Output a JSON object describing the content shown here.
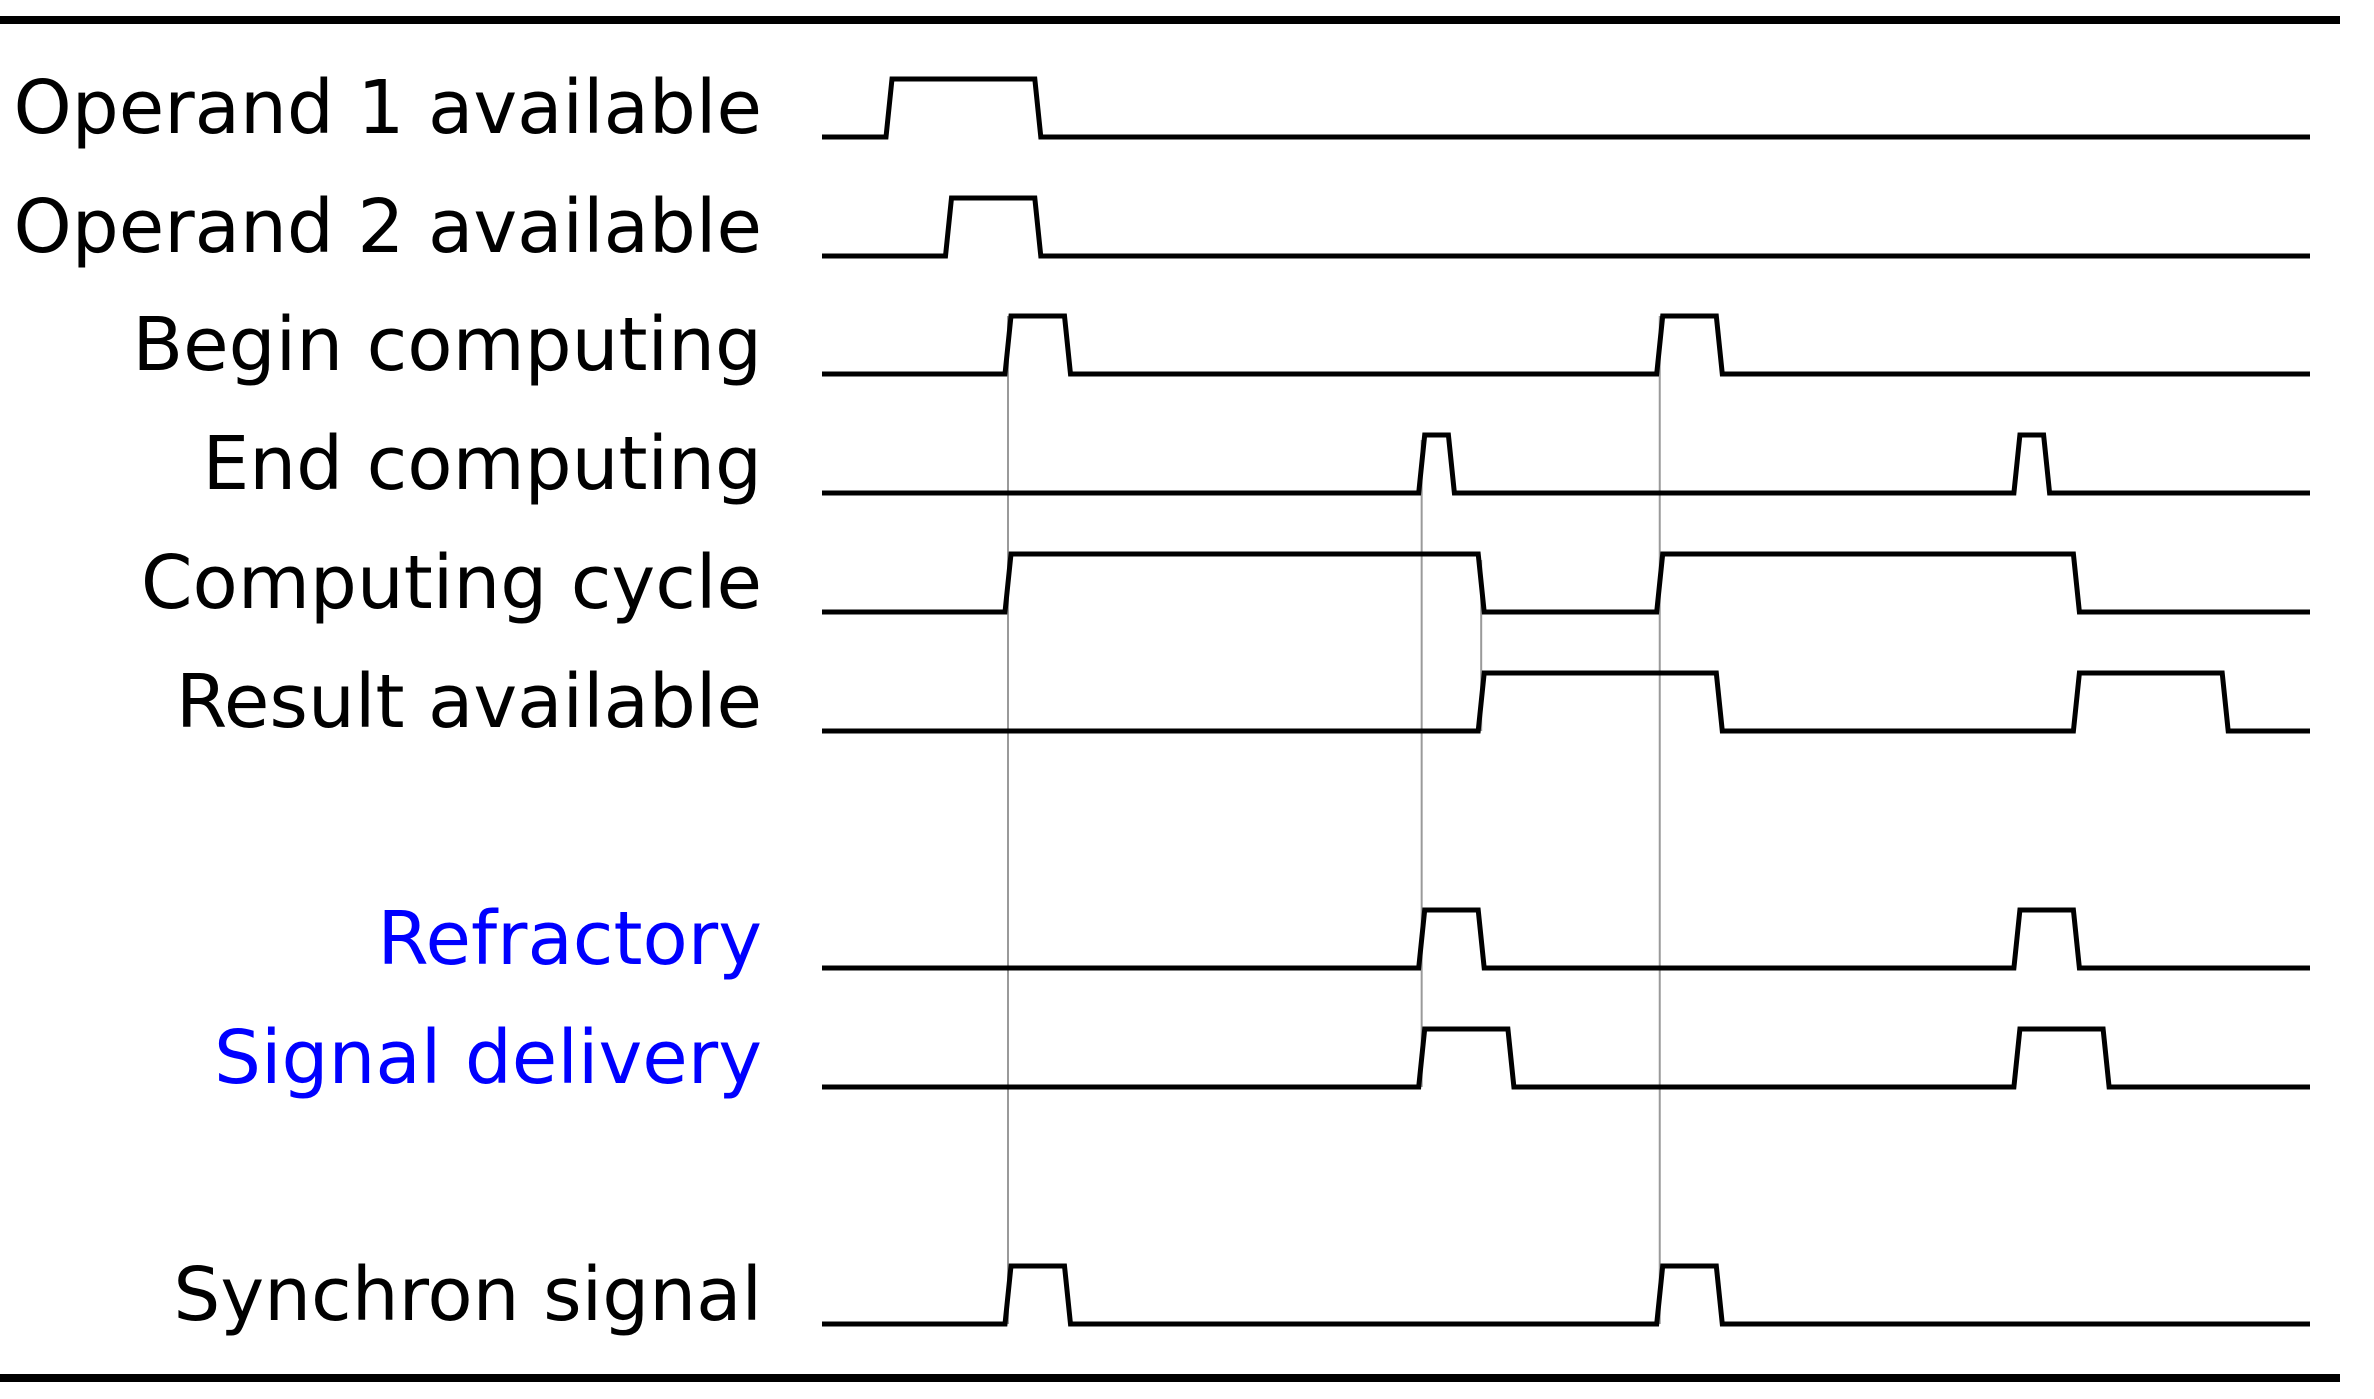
{
  "diagram": {
    "type": "timing-diagram",
    "colors": {
      "label_default": "#000000",
      "label_highlight": "#0000ff",
      "waveform": "#000000",
      "guide_line": "#9a9a9a",
      "rule": "#000000"
    },
    "time_range": [
      0,
      1
    ],
    "signals": [
      {
        "id": "operand-1-available",
        "label": "Operand 1 available",
        "highlight": false,
        "pulses": [
          [
            0.045,
            0.145
          ]
        ]
      },
      {
        "id": "operand-2-available",
        "label": "Operand 2 available",
        "highlight": false,
        "pulses": [
          [
            0.085,
            0.145
          ]
        ]
      },
      {
        "id": "begin-computing",
        "label": "Begin computing",
        "highlight": false,
        "pulses": [
          [
            0.125,
            0.165
          ],
          [
            0.563,
            0.603
          ]
        ]
      },
      {
        "id": "end-computing",
        "label": "End computing",
        "highlight": false,
        "pulses": [
          [
            0.403,
            0.423
          ],
          [
            0.803,
            0.823
          ]
        ]
      },
      {
        "id": "computing-cycle",
        "label": "Computing cycle",
        "highlight": false,
        "pulses": [
          [
            0.125,
            0.443
          ],
          [
            0.563,
            0.843
          ]
        ]
      },
      {
        "id": "result-available",
        "label": "Result available",
        "highlight": false,
        "pulses": [
          [
            0.443,
            0.603
          ],
          [
            0.843,
            0.943
          ]
        ]
      },
      {
        "id": "refractory",
        "label": "Refractory",
        "highlight": true,
        "pulses": [
          [
            0.403,
            0.443
          ],
          [
            0.803,
            0.843
          ]
        ]
      },
      {
        "id": "signal-delivery",
        "label": "Signal delivery",
        "highlight": true,
        "pulses": [
          [
            0.403,
            0.463
          ],
          [
            0.803,
            0.863
          ]
        ]
      },
      {
        "id": "synchron-signal",
        "label": "Synchron signal",
        "highlight": false,
        "pulses": [
          [
            0.125,
            0.165
          ],
          [
            0.563,
            0.603
          ]
        ]
      }
    ],
    "guide_times": [
      0.125,
      0.403,
      0.443,
      0.563
    ]
  }
}
